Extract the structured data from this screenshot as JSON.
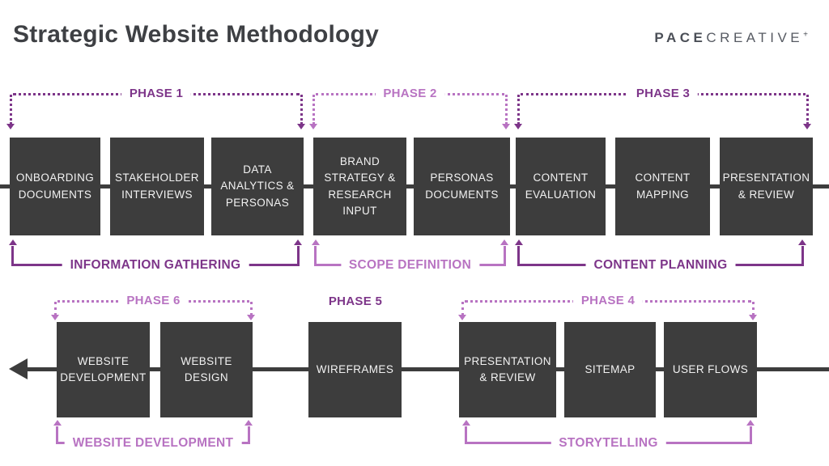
{
  "header": {
    "title": "Strategic Website Methodology",
    "logo": {
      "bold": "PACE",
      "light": "CREATIVE",
      "plus": "+"
    }
  },
  "colors": {
    "box": "#3d3d3d",
    "line": "#3d3d3d",
    "dark_purple": "#7d3589",
    "light_purple": "#b873c2"
  },
  "row1": {
    "boxes": [
      "ONBOARDING DOCUMENTS",
      "STAKEHOLDER INTERVIEWS",
      "DATA ANALYTICS & PERSONAS",
      "BRAND STRATEGY & RESEARCH INPUT",
      "PERSONAS DOCUMENTS",
      "CONTENT EVALUATION",
      "CONTENT MAPPING",
      "PRESENTATION & REVIEW"
    ],
    "phases": [
      {
        "label": "PHASE 1",
        "tone": "dark"
      },
      {
        "label": "PHASE 2",
        "tone": "light"
      },
      {
        "label": "PHASE 3",
        "tone": "dark"
      }
    ],
    "brackets": [
      {
        "label": "INFORMATION GATHERING",
        "tone": "dark"
      },
      {
        "label": "SCOPE DEFINITION",
        "tone": "light"
      },
      {
        "label": "CONTENT PLANNING",
        "tone": "dark"
      }
    ]
  },
  "row2": {
    "boxes": [
      "WEBSITE DEVELOPMENT",
      "WEBSITE DESIGN",
      "WIREFRAMES",
      "PRESENTATION & REVIEW",
      "SITEMAP",
      "USER FLOWS"
    ],
    "phases": [
      {
        "label": "PHASE 6",
        "tone": "light"
      },
      {
        "label": "PHASE 5",
        "tone": "dark"
      },
      {
        "label": "PHASE 4",
        "tone": "light"
      }
    ],
    "brackets": [
      {
        "label": "WEBSITE DEVELOPMENT",
        "tone": "light"
      },
      {
        "label": "STORYTELLING",
        "tone": "light"
      }
    ]
  }
}
